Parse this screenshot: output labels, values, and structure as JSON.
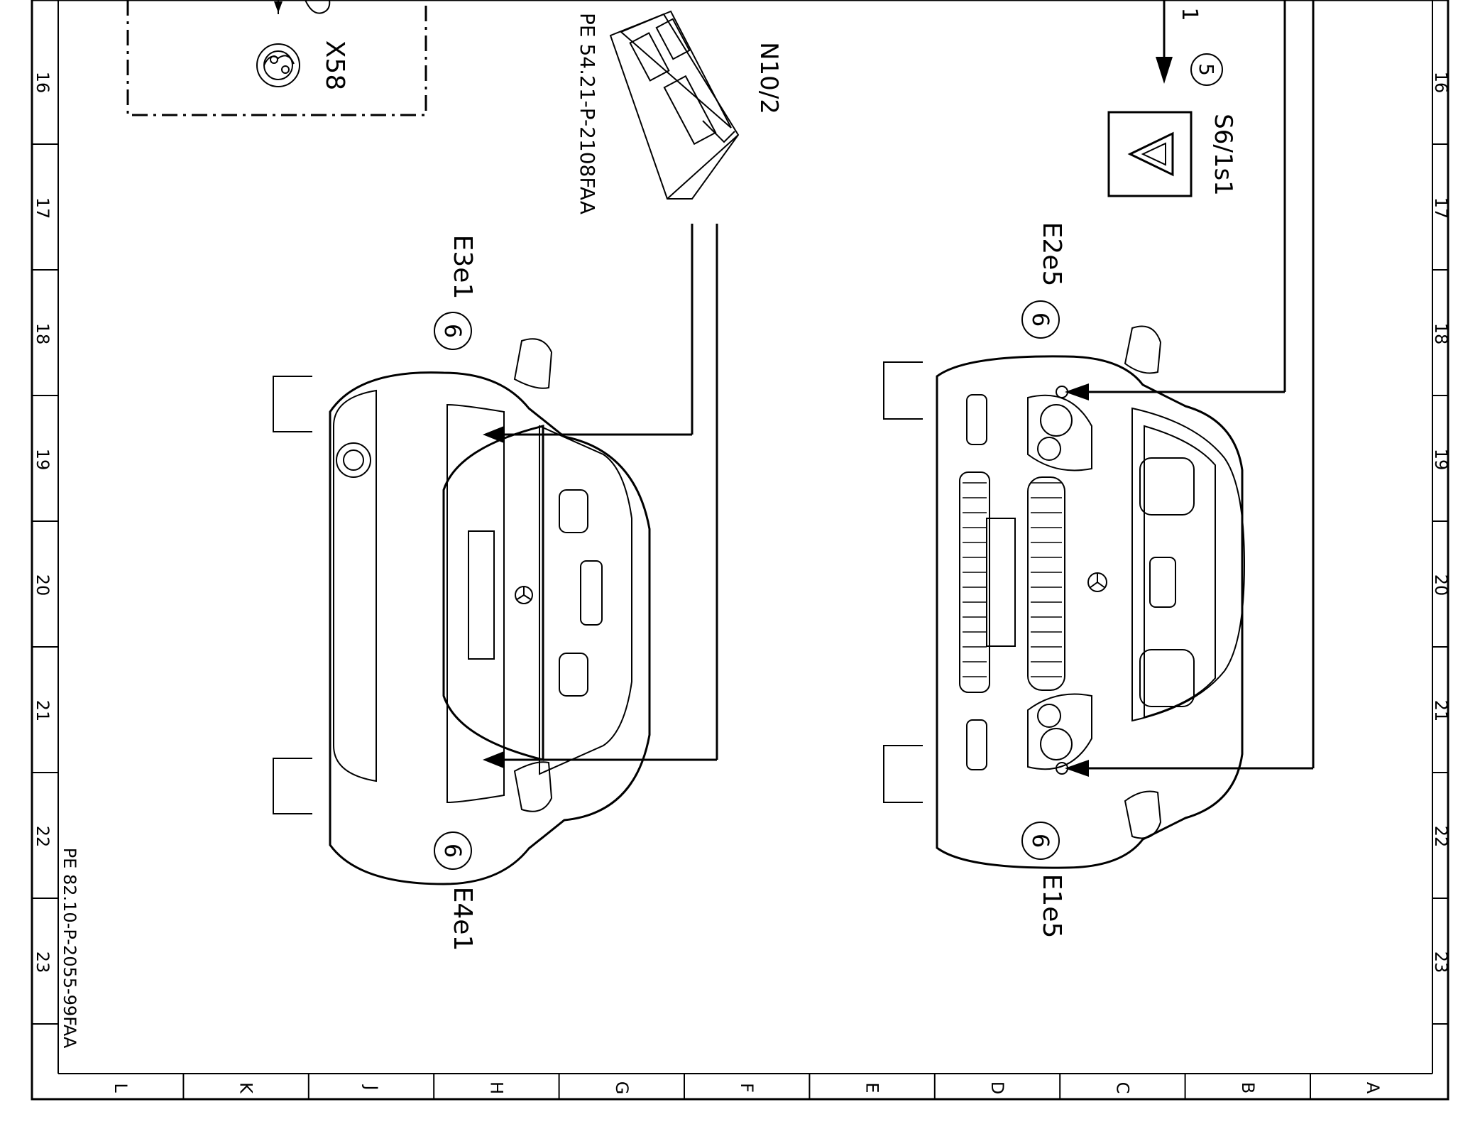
{
  "colors": {
    "ink": "#000000",
    "paper": "#ffffff"
  },
  "column_labels": [
    "L",
    "K",
    "J",
    "H",
    "G",
    "F",
    "E",
    "D",
    "C",
    "B",
    "A"
  ],
  "row_labels": [
    "16",
    "17",
    "18",
    "19",
    "20",
    "21",
    "22",
    "23"
  ],
  "components": {
    "x58": "X58",
    "n10_2": "N10/2",
    "n10_2_ref": "PE 54.21-P-2108FAA",
    "s6_1s1": "S6/1s1",
    "s6_circle": "5",
    "wire_1": "1",
    "e3e1": "E3e1",
    "e3e1_circle": "6",
    "e4e1": "E4e1",
    "e4e1_circle": "6",
    "e2e5": "E2e5",
    "e2e5_circle": "6",
    "e1e5": "E1e5",
    "e1e5_circle": "6"
  },
  "footer_ref": "PE 82.10-P-2055-99FAA",
  "icons": [
    "hazard-warning-icon",
    "connector-x58-icon",
    "control-unit-icon",
    "mercedes-star-icon"
  ]
}
